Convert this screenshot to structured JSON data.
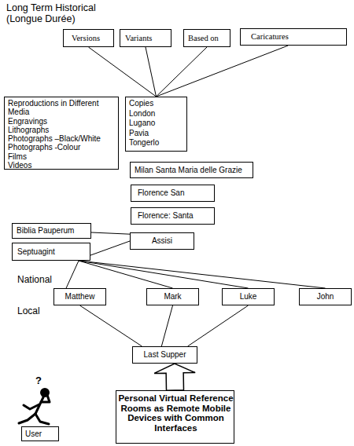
{
  "diagram": {
    "nodes": [
      {
        "text": [
          "Versions"
        ]
      },
      {
        "text": [
          "Variants"
        ]
      },
      {
        "text": [
          "Based on"
        ]
      },
      {
        "text": [
          "Caricatures"
        ]
      },
      {
        "text": [
          "Reproductions in Different Media",
          "Engravings",
          "Lithographs",
          "Photographs –Black/White",
          "Photographs -Colour",
          "Films",
          "Videos"
        ]
      },
      {
        "text": [
          "Copies",
          "London",
          "Lugano",
          "Pavia",
          "Tongerlo"
        ]
      },
      {
        "text": [
          "Milan Santa Maria delle Grazie"
        ]
      },
      {
        "text": [
          "Florence San"
        ]
      },
      {
        "text": [
          "Florence: Santa"
        ]
      },
      {
        "text": [
          "Biblia Pauperum"
        ]
      },
      {
        "text": [
          "Assisi"
        ]
      },
      {
        "text": [
          "Septuagint"
        ]
      },
      {
        "text": [
          "Matthew"
        ]
      },
      {
        "text": [
          "Mark"
        ]
      },
      {
        "text": [
          "Luke"
        ]
      },
      {
        "text": [
          "John"
        ]
      },
      {
        "text": [
          "Last Supper"
        ]
      },
      {
        "text": [
          "Personal Virtual Reference Rooms as Remote Mobile Devices with Common Interfaces"
        ]
      },
      {
        "text": [
          "User"
        ]
      }
    ],
    "edges": [
      {
        "from": 0,
        "to": 5,
        "arrow": "none"
      },
      {
        "from": 1,
        "to": 5,
        "arrow": "none"
      },
      {
        "from": 2,
        "to": 5,
        "arrow": "none"
      },
      {
        "from": 3,
        "to": 5,
        "arrow": "none"
      },
      {
        "from": 9,
        "to": 10,
        "arrow": "none"
      },
      {
        "from": 11,
        "to": 10,
        "arrow": "none"
      },
      {
        "from": 11,
        "to": 12,
        "arrow": "none"
      },
      {
        "from": 11,
        "to": 13,
        "arrow": "none"
      },
      {
        "from": 11,
        "to": 14,
        "arrow": "none"
      },
      {
        "from": 11,
        "to": 15,
        "arrow": "none"
      },
      {
        "from": 12,
        "to": 16,
        "arrow": "none"
      },
      {
        "from": 13,
        "to": 16,
        "arrow": "none"
      },
      {
        "from": 14,
        "to": 16,
        "arrow": "none"
      },
      {
        "from": 17,
        "to": 16,
        "arrow": "to"
      }
    ],
    "labels": [
      "Long Term Historical (Longue Durée)",
      "National",
      "Local",
      "?"
    ]
  }
}
